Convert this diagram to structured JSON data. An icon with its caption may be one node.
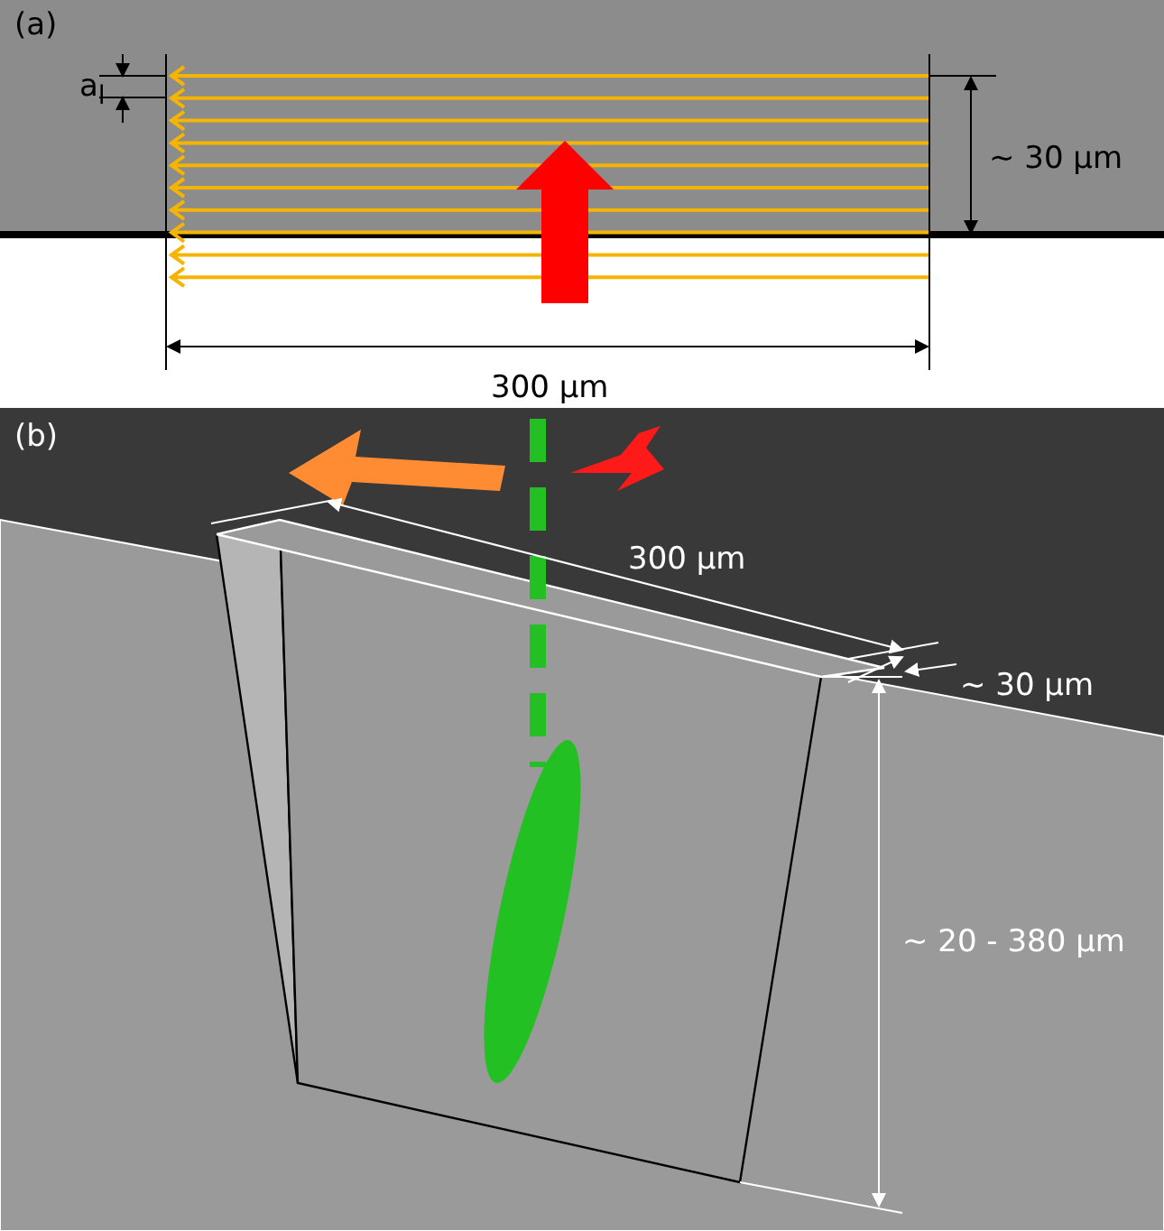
{
  "diagram": {
    "labels": [
      "(a)",
      "a$_{l}$",
      "~ 30 µm",
      "300 µm",
      "(b)",
      "300 µm",
      "~ 30 µm",
      "~ 20 - 380 µm"
    ]
  }
}
